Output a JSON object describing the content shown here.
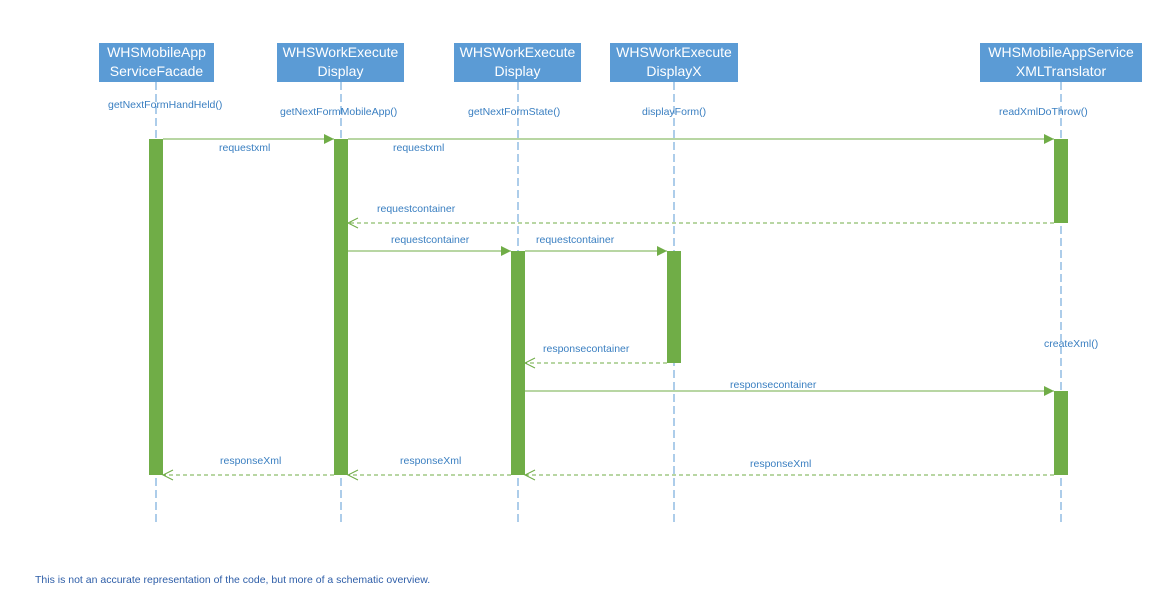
{
  "participants": [
    {
      "line1": "WHSMobileApp",
      "line2": "ServiceFacade",
      "method": "getNextFormHandHeld()"
    },
    {
      "line1": "WHSWorkExecute",
      "line2": "Display",
      "method": "getNextFormMobileApp()"
    },
    {
      "line1": "WHSWorkExecute",
      "line2": "Display",
      "method": "getNextFormState()"
    },
    {
      "line1": "WHSWorkExecute",
      "line2": "DisplayX",
      "method": "displayForm()"
    },
    {
      "line1": "WHSMobileAppService",
      "line2": "XMLTranslator",
      "method": "readXmlDoThrow()"
    }
  ],
  "messages": [
    {
      "label": "requestxml",
      "from": 0,
      "to": 1,
      "kind": "call"
    },
    {
      "label": "requestxml",
      "from": 1,
      "to": 4,
      "kind": "call"
    },
    {
      "label": "requestcontainer",
      "from": 4,
      "to": 1,
      "kind": "return"
    },
    {
      "label": "requestcontainer",
      "from": 1,
      "to": 2,
      "kind": "call"
    },
    {
      "label": "requestcontainer",
      "from": 2,
      "to": 3,
      "kind": "call"
    },
    {
      "label": "responsecontainer",
      "from": 3,
      "to": 2,
      "kind": "return"
    },
    {
      "label": "responsecontainer",
      "from": 2,
      "to": 4,
      "kind": "call"
    },
    {
      "label": "responseXml",
      "from": 1,
      "to": 0,
      "kind": "return"
    },
    {
      "label": "responseXml",
      "from": 2,
      "to": 1,
      "kind": "return"
    },
    {
      "label": "responseXml",
      "from": 4,
      "to": 2,
      "kind": "return"
    }
  ],
  "extra_label": "createXml()",
  "footnote": "This is not an accurate representation of the code, but more of a schematic overview.",
  "colors": {
    "header": "#5b9bd5",
    "lifeline": "#5b9bd5",
    "activation": "#70ad47",
    "label": "#3a7fc1"
  }
}
